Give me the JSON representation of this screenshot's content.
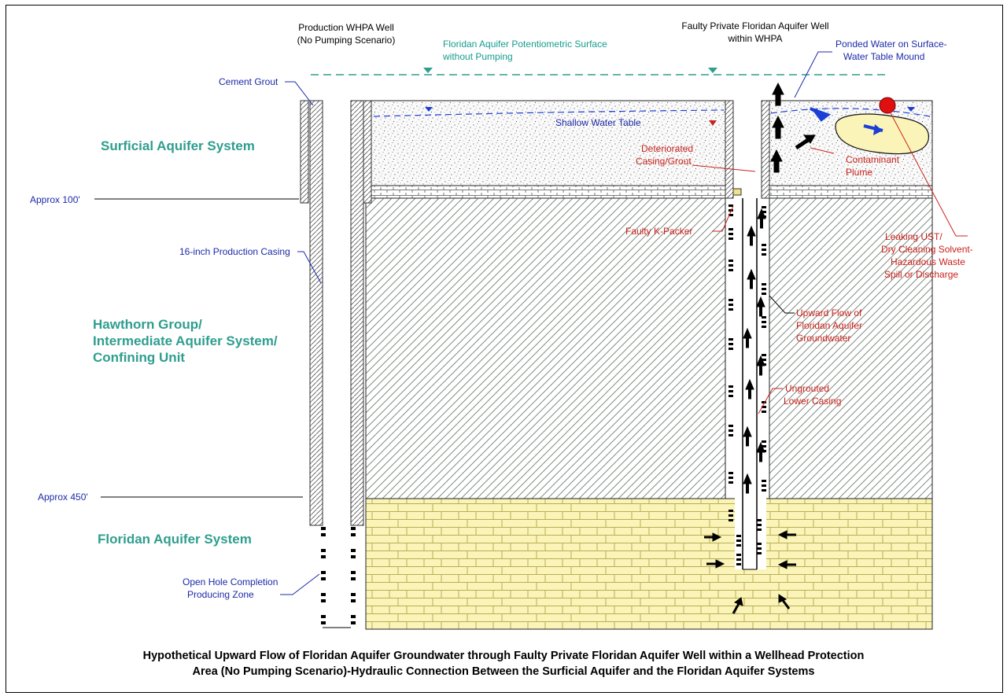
{
  "labels": {
    "production_well": [
      "Production WHPA Well",
      "(No Pumping Scenario)"
    ],
    "faulty_well": [
      "Faulty Private Floridan Aquifer Well",
      "within WHPA"
    ],
    "potentiometric": [
      "Floridan Aquifer Potentiometric Surface",
      "without Pumping"
    ],
    "ponded": [
      "Ponded Water on Surface-",
      "Water Table Mound"
    ],
    "cement_grout": "Cement Grout",
    "shallow_water_table": "Shallow Water Table",
    "deteriorated": [
      "Deteriorated",
      "Casing/Grout"
    ],
    "contaminant": [
      "Contaminant",
      "Plume"
    ],
    "approx_100": "Approx 100'",
    "production_casing": "16-inch Production Casing",
    "faulty_packer": "Faulty K-Packer",
    "leaking": [
      "Leaking UST/",
      "Dry Cleaning Solvent-",
      "Hazardous Waste",
      "Spill or Discharge"
    ],
    "upward_flow": [
      "Upward Flow of",
      "Floridan Aquifer",
      "Groundwater"
    ],
    "ungrouted": [
      "Ungrouted",
      "Lower Casing"
    ],
    "approx_450": "Approx 450'",
    "open_hole": [
      "Open Hole Completion",
      "Producing Zone"
    ]
  },
  "units": {
    "surficial": "Surficial Aquifer System",
    "hawthorn": [
      "Hawthorn Group/",
      "Intermediate Aquifer System/",
      "Confining Unit"
    ],
    "floridan": "Floridan Aquifer System"
  },
  "caption": {
    "line1": "Hypothetical Upward Flow of Floridan Aquifer Groundwater through Faulty Private Floridan Aquifer Well within a Wellhead Protection",
    "line2": "Area (No Pumping Scenario)-Hydraulic Connection Between the Surficial Aquifer and the Floridan Aquifer Systems"
  },
  "colors": {
    "unit_label": "#2e9e8e",
    "annotation_blue": "#1c2aa8",
    "annotation_red": "#c8231d",
    "limestone": "#fbf4b8",
    "plume": "#fbf4b8",
    "water_table": "#1c3fd6",
    "leak_source": "#e01010"
  }
}
